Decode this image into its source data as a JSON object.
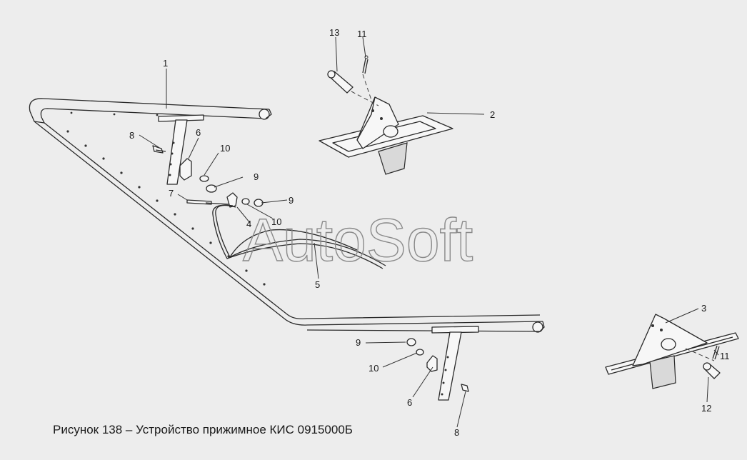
{
  "caption": "Рисунок 138 – Устройство прижимное КИС 0915000Б",
  "watermark": "AutoSoft",
  "callouts": [
    "1",
    "2",
    "3",
    "4",
    "5",
    "6",
    "6",
    "7",
    "8",
    "8",
    "9",
    "9",
    "9",
    "10",
    "10",
    "10",
    "11",
    "11",
    "12",
    "13"
  ],
  "callout_labels": {
    "c1": "1",
    "c2": "2",
    "c3": "3",
    "c4": "4",
    "c5": "5",
    "c6a": "6",
    "c6b": "6",
    "c7": "7",
    "c8a": "8",
    "c8b": "8",
    "c9a": "9",
    "c9b": "9",
    "c9c": "9",
    "c10a": "10",
    "c10b": "10",
    "c10c": "10",
    "c11a": "11",
    "c11b": "11",
    "c12": "12",
    "c13": "13"
  }
}
